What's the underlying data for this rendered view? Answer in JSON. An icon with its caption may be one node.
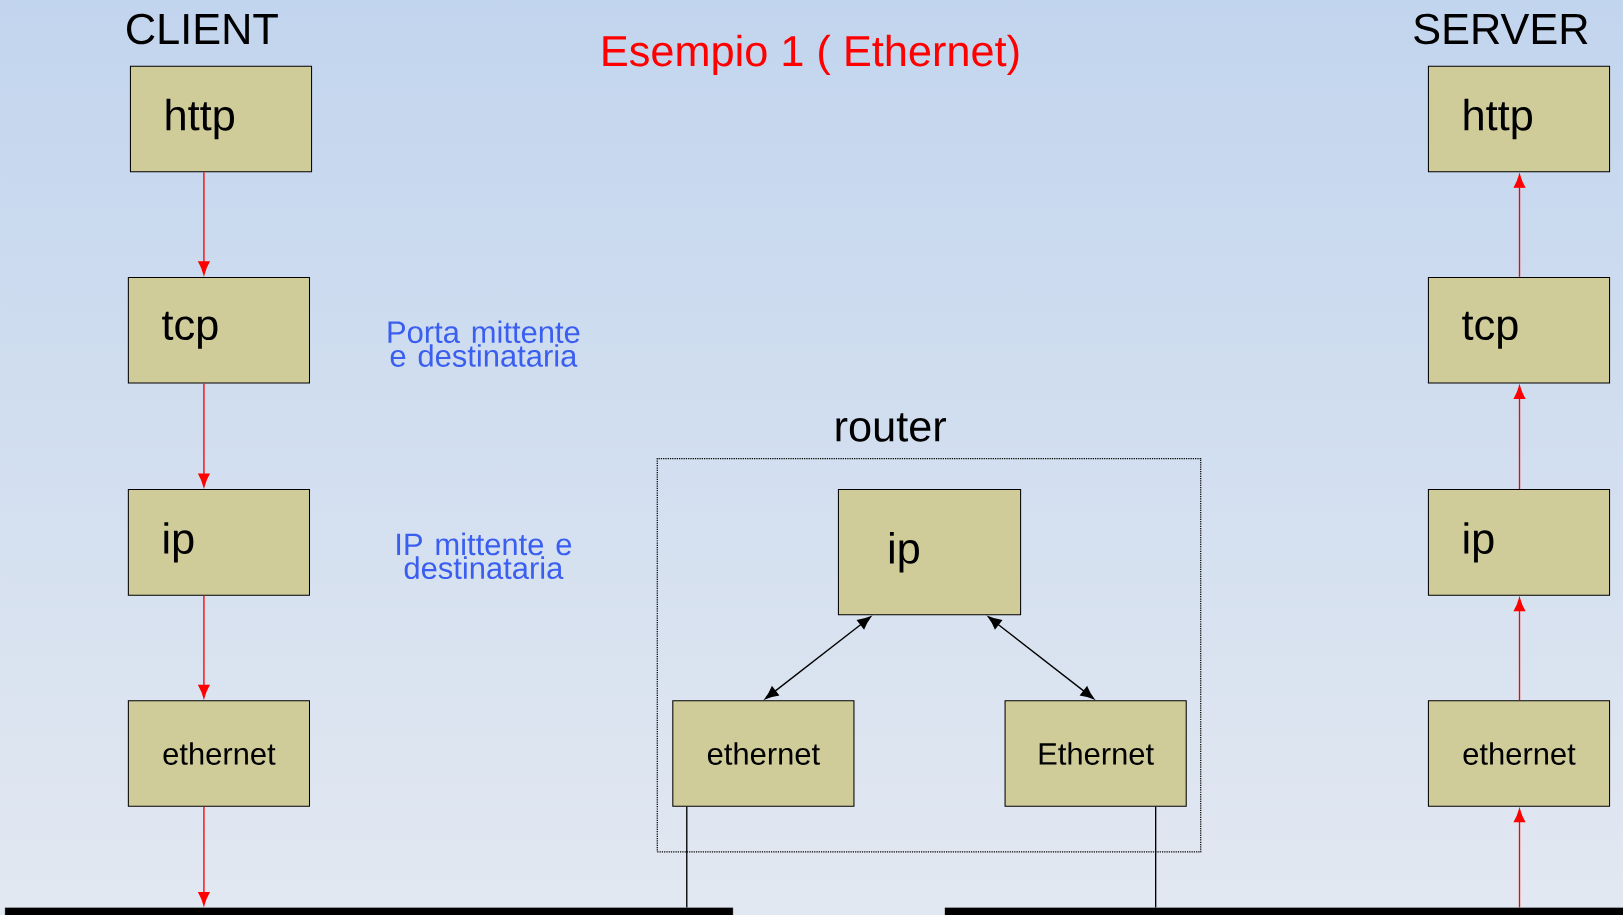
{
  "diagram": {
    "title": "Esempio 1 ( Ethernet)",
    "nodes": [
      {
        "text": [
          "http"
        ]
      },
      {
        "text": [
          "tcp"
        ]
      },
      {
        "text": [
          "ip"
        ]
      },
      {
        "text": [
          "ethernet"
        ]
      },
      {
        "text": [
          "router"
        ]
      },
      {
        "text": [
          "ip"
        ],
        "in": 4
      },
      {
        "text": [
          "ethernet"
        ],
        "in": 4
      },
      {
        "text": [
          "Ethernet"
        ],
        "in": 4
      },
      {
        "text": [
          "http"
        ]
      },
      {
        "text": [
          "tcp"
        ]
      },
      {
        "text": [
          "ip"
        ]
      },
      {
        "text": [
          "ethernet"
        ]
      },
      {
        "text": [],
        "shape": "bar"
      },
      {
        "text": [],
        "shape": "bar"
      }
    ],
    "edges": [
      {
        "from": 0,
        "to": 1,
        "arrow": "to"
      },
      {
        "from": 1,
        "to": 2,
        "arrow": "to"
      },
      {
        "from": 2,
        "to": 3,
        "arrow": "to"
      },
      {
        "from": 3,
        "to": 12,
        "arrow": "to"
      },
      {
        "from": 6,
        "to": 5,
        "arrow": "both",
        "color": "#000000"
      },
      {
        "from": 7,
        "to": 5,
        "arrow": "both",
        "color": "#000000"
      },
      {
        "from": 6,
        "to": 12,
        "arrow": "none",
        "color": "#000000"
      },
      {
        "from": 7,
        "to": 13,
        "arrow": "none",
        "color": "#000000"
      },
      {
        "from": 13,
        "to": 11,
        "arrow": "to"
      },
      {
        "from": 11,
        "to": 10,
        "arrow": "to"
      },
      {
        "from": 10,
        "to": 9,
        "arrow": "to"
      },
      {
        "from": 9,
        "to": 8,
        "arrow": "to"
      }
    ],
    "labels": [
      "CLIENT",
      "SERVER",
      "Porta mittente e destinataria",
      "IP mittente e destinataria"
    ]
  }
}
